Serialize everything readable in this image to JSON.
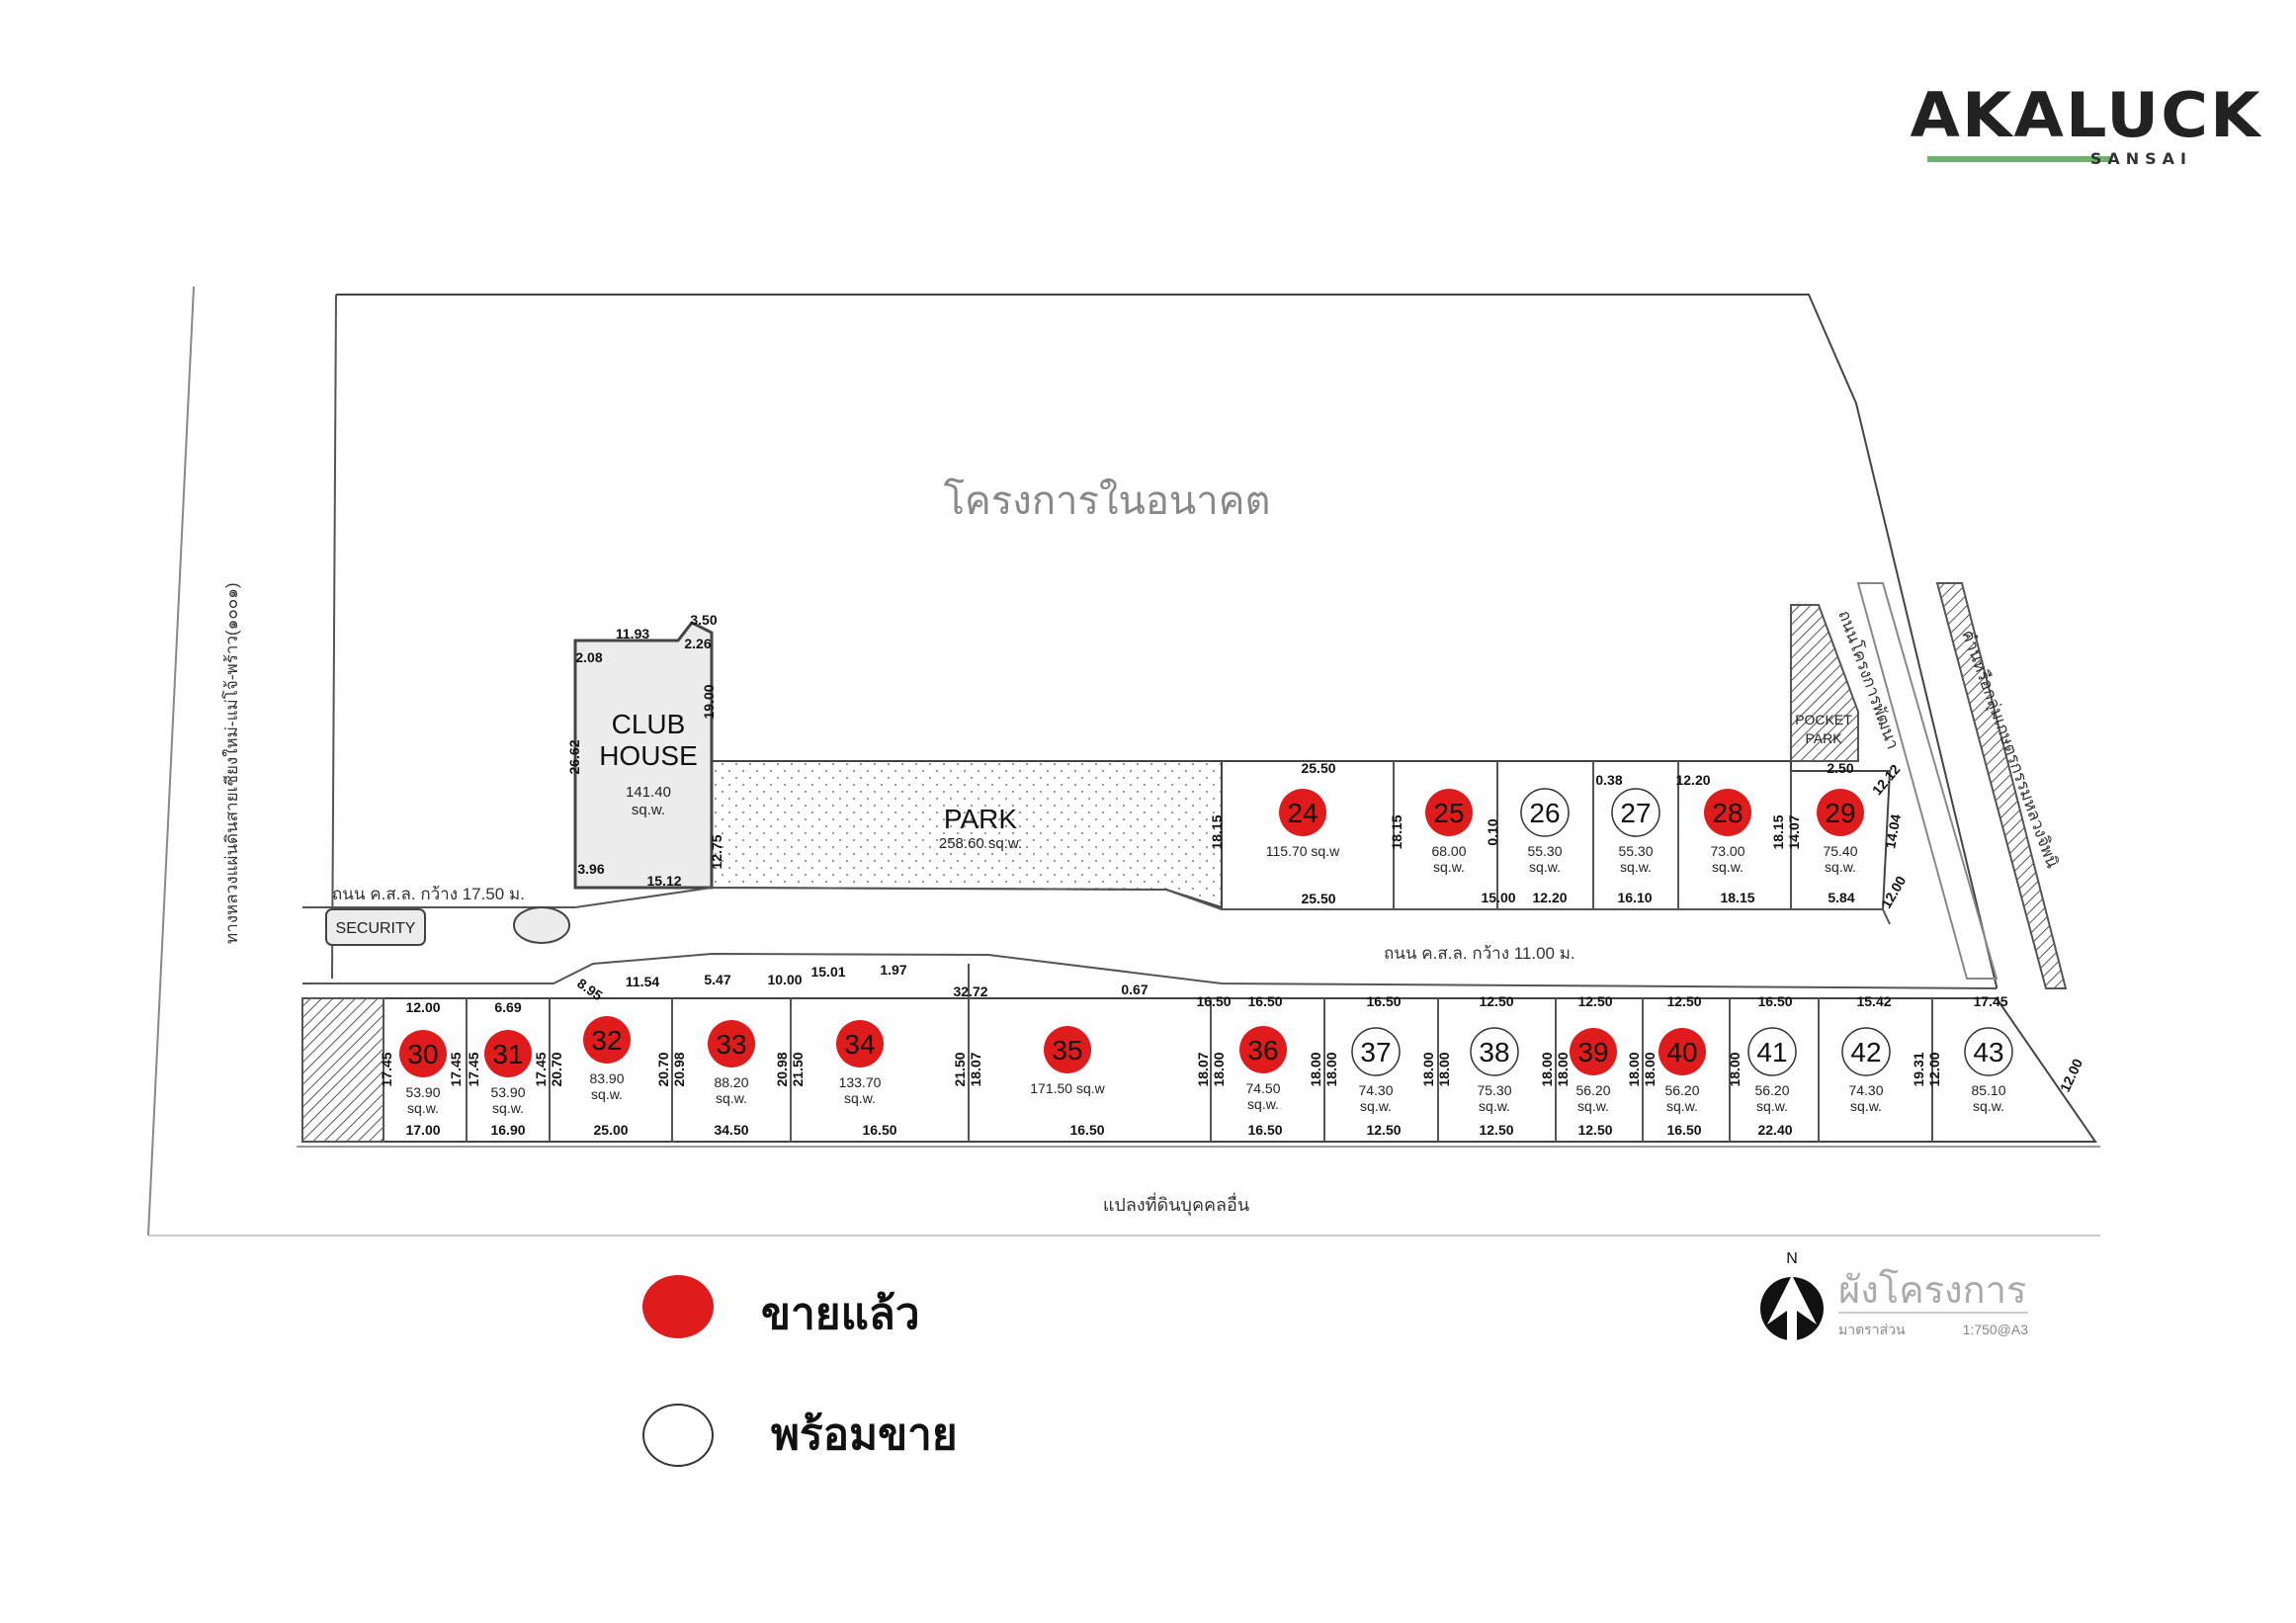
{
  "brand": {
    "name": "AKALUCK",
    "sub": "SANSAI"
  },
  "future_project_label": "โครงการในอนาคต",
  "left_highway_label": "ทางหลวงแผ่นดินสายเชียงใหม่-แม่โจ้-พร้าว(๑๐๐๑)",
  "right_road_label": "ถนนโครงการพัฒนา",
  "right_canal_label": "คำนหรือกลุ่มเกษตรกรรมหลวงจิพนิ",
  "road_upper_label": "ถนน ค.ส.ล. กว้าง 17.50 ม.",
  "road_lower_label": "ถนน ค.ส.ล. กว้าง 11.00 ม.",
  "bottom_neighbor_label": "แปลงที่ดินบุคคลอื่น",
  "security_label": "SECURITY",
  "pocket_park_label": [
    "POCKET",
    "PARK"
  ],
  "clubhouse": {
    "title": [
      "CLUB",
      "HOUSE"
    ],
    "area": [
      "141.40",
      "sq.w."
    ]
  },
  "park": {
    "title": "PARK",
    "area": "258.60 sq.w."
  },
  "colors": {
    "sold": "#e01b1b",
    "available": "#ffffff",
    "line": "#3a3a3a"
  },
  "legend": {
    "sold_label": "ขายแล้ว",
    "available_label": "พร้อมขาย"
  },
  "north": {
    "letter": "N",
    "title": "ผังโครงการ",
    "scale_label": "มาตราส่วน",
    "scale_value": "1:750@A3"
  },
  "dimension_labels": [
    "11.93",
    "3.50",
    "2.26",
    "2.08",
    "19.00",
    "26.62",
    "12.75",
    "3.96",
    "15.12",
    "25.50",
    "25.50",
    "18.15",
    "18.15",
    "15.00",
    "0.10",
    "0.38",
    "12.20",
    "12.20",
    "16.10",
    "18.15",
    "18.15",
    "14.07",
    "2.50",
    "12.12",
    "14.04",
    "5.84",
    "12.00",
    "12.00",
    "6.69",
    "8.95",
    "11.54",
    "5.47",
    "10.00",
    "15.01",
    "1.97",
    "32.72",
    "0.67",
    "16.50",
    "16.50",
    "16.50",
    "12.50",
    "12.50",
    "12.50",
    "16.50",
    "15.42",
    "17.45",
    "17.45",
    "17.45",
    "17.45",
    "17.45",
    "20.70",
    "20.70",
    "20.98",
    "20.98",
    "21.50",
    "21.50",
    "18.07",
    "18.07",
    "18.00",
    "18.00",
    "18.00",
    "18.00",
    "18.00",
    "18.00",
    "18.00",
    "18.00",
    "18.00",
    "18.00",
    "19.31",
    "12.00",
    "12.00",
    "17.00",
    "16.90",
    "25.00",
    "34.50",
    "16.50",
    "16.50",
    "16.50",
    "12.50",
    "12.50",
    "12.50",
    "16.50",
    "22.40"
  ],
  "plots": [
    {
      "no": "24",
      "status": "sold",
      "area": [
        "115.70 sq.w"
      ]
    },
    {
      "no": "25",
      "status": "sold",
      "area": [
        "68.00",
        "sq.w."
      ]
    },
    {
      "no": "26",
      "status": "available",
      "area": [
        "55.30",
        "sq.w."
      ]
    },
    {
      "no": "27",
      "status": "available",
      "area": [
        "55.30",
        "sq.w."
      ]
    },
    {
      "no": "28",
      "status": "sold",
      "area": [
        "73.00",
        "sq.w."
      ]
    },
    {
      "no": "29",
      "status": "sold",
      "area": [
        "75.40",
        "sq.w."
      ]
    },
    {
      "no": "30",
      "status": "sold",
      "area": [
        "53.90",
        "sq.w."
      ]
    },
    {
      "no": "31",
      "status": "sold",
      "area": [
        "53.90",
        "sq.w."
      ]
    },
    {
      "no": "32",
      "status": "sold",
      "area": [
        "83.90",
        "sq.w."
      ]
    },
    {
      "no": "33",
      "status": "sold",
      "area": [
        "88.20",
        "sq.w."
      ]
    },
    {
      "no": "34",
      "status": "sold",
      "area": [
        "133.70",
        "sq.w."
      ]
    },
    {
      "no": "35",
      "status": "sold",
      "area": [
        "171.50 sq.w"
      ]
    },
    {
      "no": "36",
      "status": "sold",
      "area": [
        "74.50",
        "sq.w."
      ]
    },
    {
      "no": "37",
      "status": "available",
      "area": [
        "74.30",
        "sq.w."
      ]
    },
    {
      "no": "38",
      "status": "available",
      "area": [
        "75.30",
        "sq.w."
      ]
    },
    {
      "no": "39",
      "status": "sold",
      "area": [
        "56.20",
        "sq.w."
      ]
    },
    {
      "no": "40",
      "status": "sold",
      "area": [
        "56.20",
        "sq.w."
      ]
    },
    {
      "no": "41",
      "status": "available",
      "area": [
        "56.20",
        "sq.w."
      ]
    },
    {
      "no": "42",
      "status": "available",
      "area": [
        "74.30",
        "sq.w."
      ]
    },
    {
      "no": "43",
      "status": "available",
      "area": [
        "85.10",
        "sq.w."
      ]
    }
  ]
}
